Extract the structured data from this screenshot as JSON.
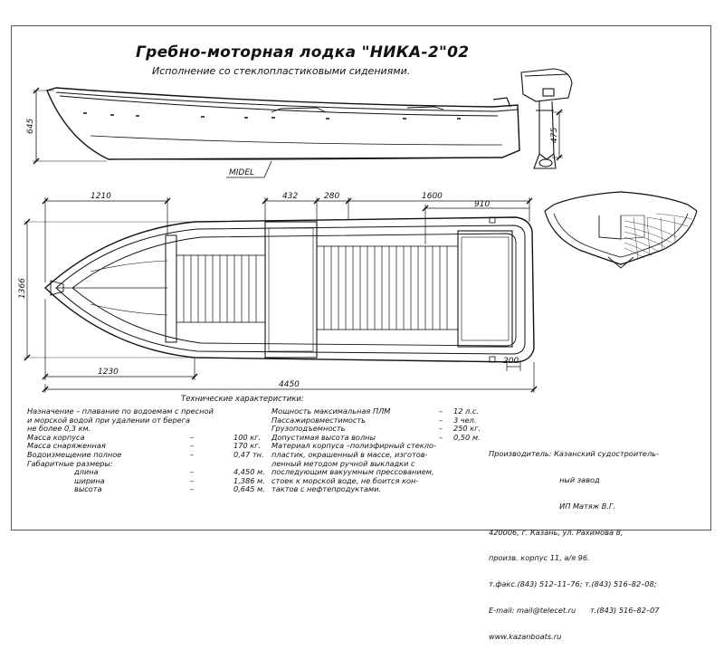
{
  "title": "Гребно-моторная лодка \"НИКА-2\"02",
  "subtitle": "Исполнение со стеклопластиковыми сидениями.",
  "drawing": {
    "side_view": {
      "height_label": "645",
      "motor_label": "475",
      "midel_label": "MIDEL"
    },
    "plan_view": {
      "dimensions": {
        "d1210": "1210",
        "d432": "432",
        "d280": "280",
        "d1600": "1600",
        "d910": "910",
        "d1366": "1366",
        "d1230": "1230",
        "d4450": "4450",
        "d200": "200"
      }
    }
  },
  "specs_title": "Технические характеристики:",
  "specs_left": [
    {
      "name": "Назначение – плавание по водоемам с пресной",
      "dash": "",
      "value": ""
    },
    {
      "name": "и морской водой при удалении от берега",
      "dash": "",
      "value": ""
    },
    {
      "name": "не более 0,3 км.",
      "dash": "",
      "value": ""
    },
    {
      "name": "Масса корпуса",
      "dash": "–",
      "value": "100 кг."
    },
    {
      "name": "Масса снаряженная",
      "dash": "–",
      "value": "170 кг."
    },
    {
      "name": "Водоизмещение полное",
      "dash": "–",
      "value": "0,47 тн."
    },
    {
      "name": "Габаритные размеры:",
      "dash": "",
      "value": ""
    },
    {
      "name": "длина",
      "dash": "–",
      "value": "4,450 м."
    },
    {
      "name": "ширина",
      "dash": "–",
      "value": "1,386 м."
    },
    {
      "name": "высота",
      "dash": "–",
      "value": "0,645 м."
    }
  ],
  "specs_right": [
    {
      "name": "Мощность максимальная ПЛМ",
      "dash": "–",
      "value": "12 л.с."
    },
    {
      "name": "Пассажировместимость",
      "dash": "–",
      "value": "3 чел."
    },
    {
      "name": "Грузоподъемность",
      "dash": "–",
      "value": "250 кг."
    },
    {
      "name": "Допустимая высота волны",
      "dash": "–",
      "value": "0,50 м."
    },
    {
      "name": "Материал корпуса –полиэфирный стекло-",
      "dash": "",
      "value": ""
    },
    {
      "name": "пластик, окрашенный в массе, изготов-",
      "dash": "",
      "value": ""
    },
    {
      "name": "ленный методом ручной выкладки с",
      "dash": "",
      "value": ""
    },
    {
      "name": "последующим вакуумным прессованием,",
      "dash": "",
      "value": ""
    },
    {
      "name": "стоек к морской воде, не боится кон-",
      "dash": "",
      "value": ""
    },
    {
      "name": "тактов с нефтепродуктами.",
      "dash": "",
      "value": ""
    }
  ],
  "manufacturer": [
    "Производитель: Казанский судостроитель-",
    "                              ный завод",
    "                              ИП Матяж В.Г.",
    "420006, г. Казань, ул. Рахимова 8,",
    "произв. корпус 11, а/я 96.",
    "т.факс.(843) 512–11–76; т.(843) 516–82–08;",
    "E-mail: mail@telecet.ru      т.(843) 516–82–07",
    "www.kazanboats.ru"
  ]
}
